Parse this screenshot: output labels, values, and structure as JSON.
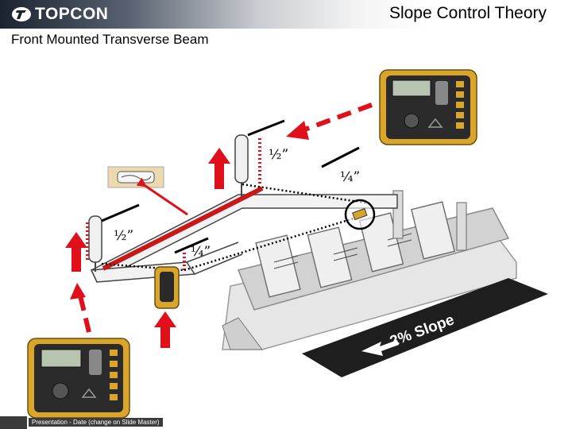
{
  "header": {
    "logo_text": "TOPCON",
    "title": "Slope Control Theory"
  },
  "subtitle": "Front Mounted Transverse Beam",
  "labels": {
    "top_left_offset": "½”",
    "top_right_offset": "¼”",
    "left_offset": "½”",
    "center_offset": "¼”"
  },
  "slope_text": "2% Slope",
  "footer": "Presentation - Date (change on Slide Master)",
  "colors": {
    "arrow_red": "#e0101a",
    "beam_red": "#c81818",
    "controller_yellow": "#d9a52a",
    "slope_band": "#1e1e1e"
  }
}
